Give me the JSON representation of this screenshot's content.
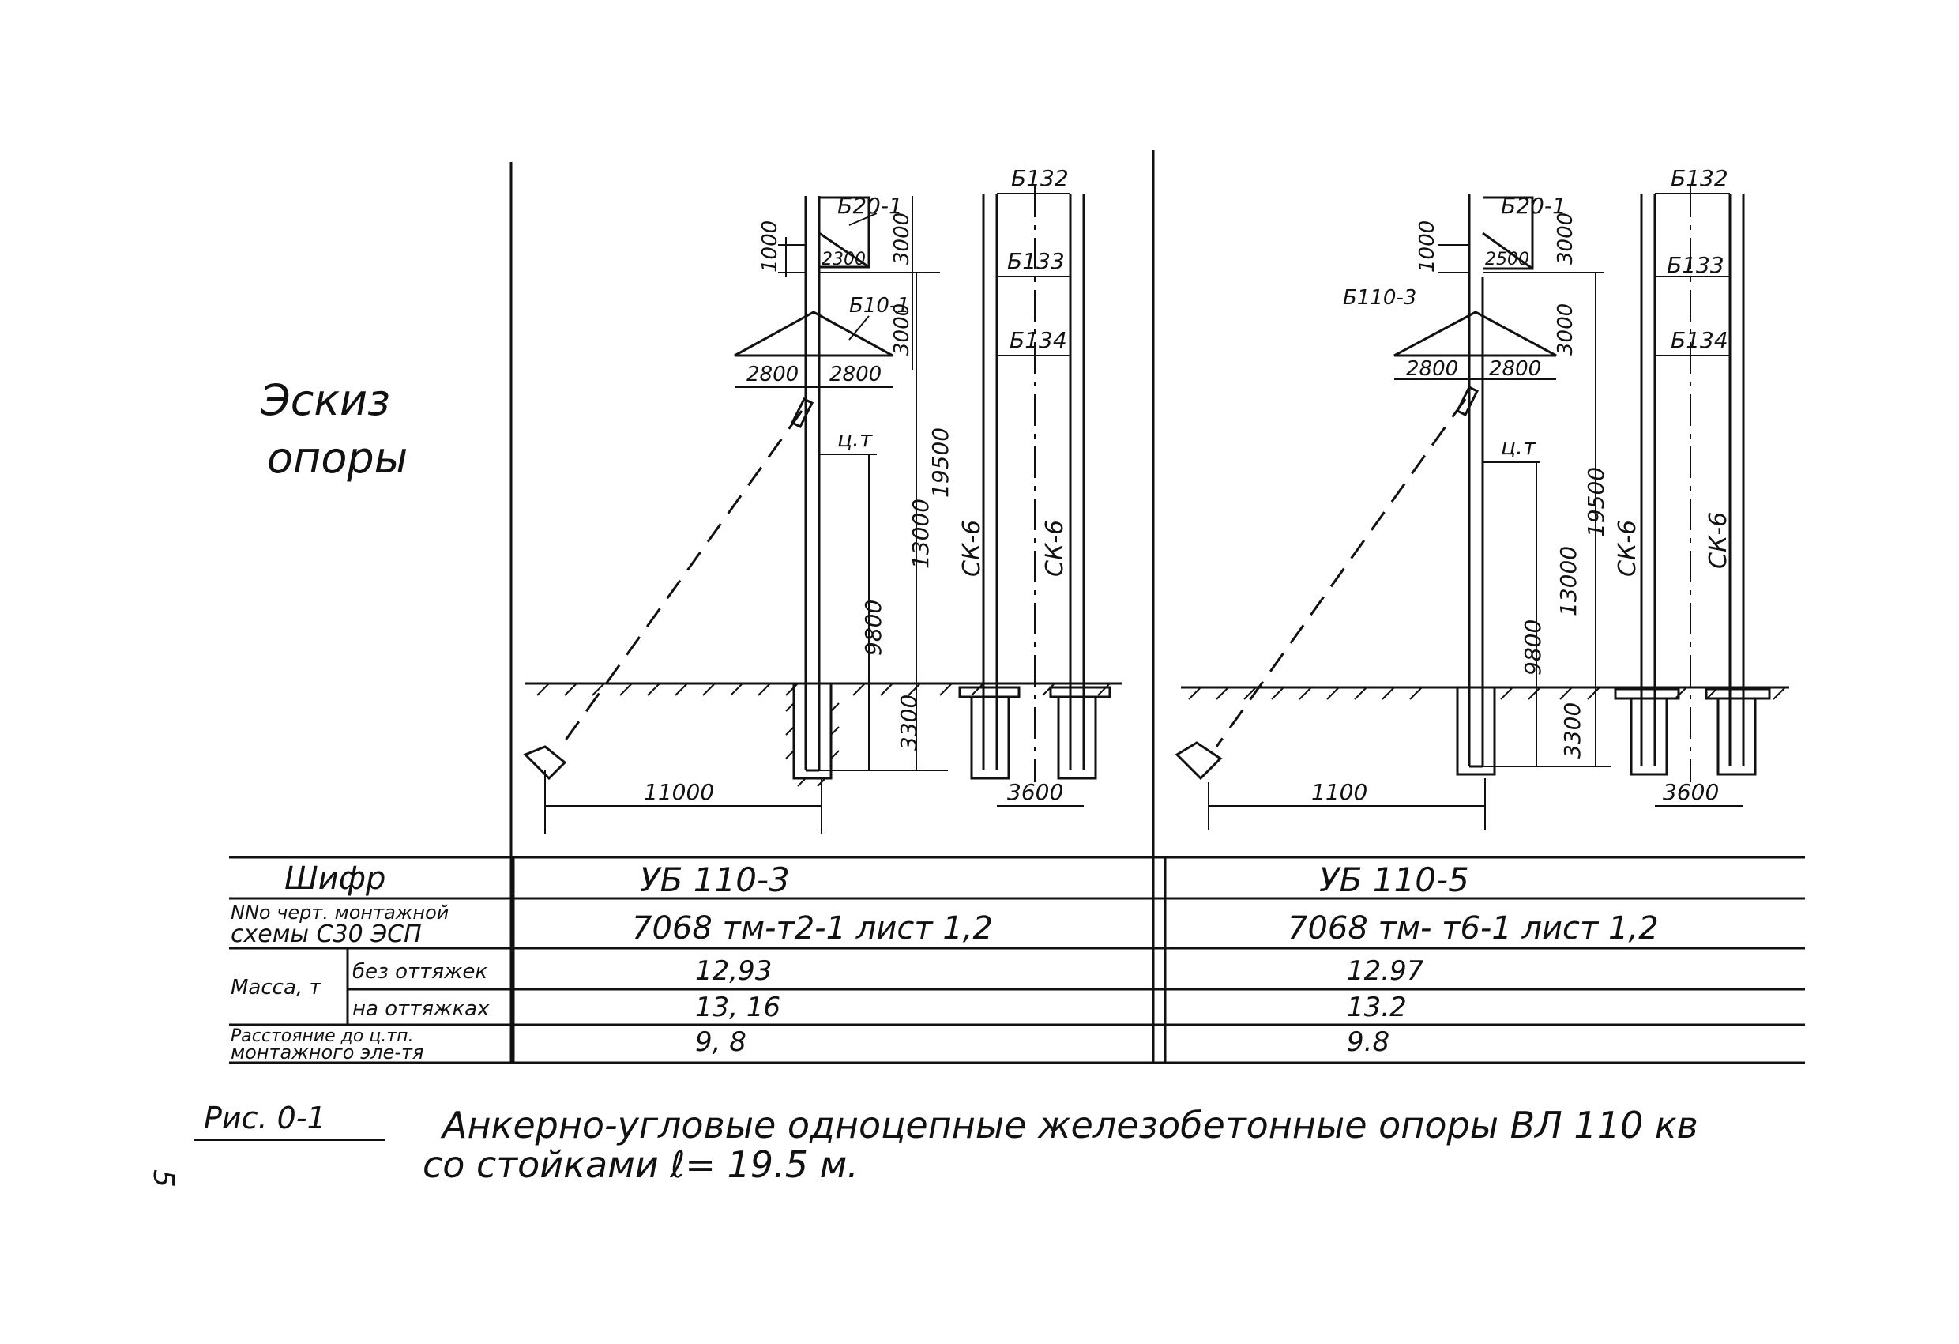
{
  "sketch_label": [
    "Эскиз",
    "опоры"
  ],
  "left": {
    "beam_top": "Б20-1",
    "beam_cross": "Б10-1",
    "dim_1000": "1000",
    "dim_2300": "2300",
    "dim_3000a": "3000",
    "dim_3000b": "3000",
    "dim_2800l": "2800",
    "dim_2800r": "2800",
    "ct": "ц.т",
    "dim_9800": "9800",
    "dim_13000": "13000",
    "dim_19500": "19500",
    "dim_3300": "3300",
    "dim_11000": "11000",
    "b132": "Б132",
    "b133": "Б133",
    "b134": "Б134",
    "sk6a": "СК-6",
    "sk6b": "СК-6",
    "dim_3600": "3600"
  },
  "right": {
    "beam_top": "Б20-1",
    "beam_cross": "Б110-3",
    "dim_1000": "1000",
    "dim_2500": "2500",
    "dim_3000a": "3000",
    "dim_3000b": "3000",
    "dim_2800l": "2800",
    "dim_2800r": "2800",
    "ct": "ц.т",
    "dim_9800": "9800",
    "dim_13000": "13000",
    "dim_19500": "19500",
    "dim_3300": "3300",
    "dim_1100": "1100",
    "b132": "Б132",
    "b133": "Б133",
    "b134": "Б134",
    "sk6a": "СК-6",
    "sk6b": "СК-6",
    "dim_3600": "3600"
  },
  "table": {
    "row_code_label": "Шифр",
    "row_drawing_label_1": "NNо черт. монтажной",
    "row_drawing_label_2": "схемы С30 ЭСП",
    "row_mass_label": "Масса, т",
    "row_mass_without": "без оттяжек",
    "row_mass_with": "на оттяжках",
    "row_dist_label_1": "Расстояние до ц.тп.",
    "row_dist_label_2": "монтажного эле-тя",
    "col1": {
      "code": "УБ 110-3",
      "drawing": "7068 тм-т2-1 лист 1,2",
      "mass_without": "12,93",
      "mass_with": "13, 16",
      "distance": "9, 8"
    },
    "col2": {
      "code": "УБ 110-5",
      "drawing": "7068 тм- т6-1 лист 1,2",
      "mass_without": "12.97",
      "mass_with": "13.2",
      "distance": "9.8"
    }
  },
  "caption": {
    "fig_label": "Рис. 0-1",
    "line1": "Анкерно-угловые одноцепные железобетонные опоры ВЛ 110 кв",
    "line2": "со стойками  ℓ= 19.5 м."
  },
  "page_number": "5"
}
